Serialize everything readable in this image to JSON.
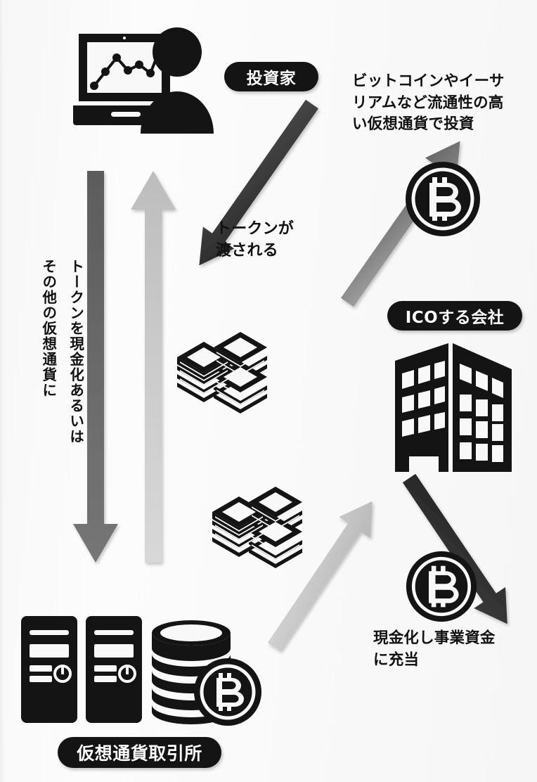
{
  "diagram": {
    "title": "ICO flow diagram",
    "background_color": "#f8f8f8",
    "ink_color": "#141414"
  },
  "labels": {
    "investor": "投資家",
    "ico_company": "ICOする会社",
    "exchange": "仮想通貨取引所"
  },
  "notes": {
    "invest_line1": "ビットコインやイーサ",
    "invest_line2": "リアムなど流通性の高",
    "invest_line3": "い仮想通貨で投資",
    "token_line1": "トークンが",
    "token_line2": "渡される",
    "cashout_line1": "現金化し事業資金",
    "cashout_line2": "に充当",
    "vertical_col1": "トークンを現金化あるいは",
    "vertical_col2": "その他の仮想通貨に"
  },
  "icons": {
    "investor": "investor-laptop-chart-icon",
    "bitcoin_top": "bitcoin-coin-icon",
    "bitcoin_bottom": "bitcoin-coin-icon",
    "company": "office-building-icon",
    "cash_top": "cash-stacks-icon",
    "cash_bottom": "cash-stacks-icon",
    "exchange": "servers-and-coins-icon"
  },
  "arrows": [
    {
      "name": "investor-to-company",
      "direction": "down-right",
      "shade": "#3a3a3a",
      "meaning": "投資家 → ICOする会社"
    },
    {
      "name": "company-to-investor",
      "direction": "up-left",
      "shade": "#8a8a8a",
      "meaning": "ICOする会社 → 投資家（トークンが渡される）"
    },
    {
      "name": "investor-to-exchange",
      "direction": "down",
      "shade": "#6e6e6e",
      "meaning": "トークンを現金化あるいはその他の仮想通貨に"
    },
    {
      "name": "exchange-to-investor",
      "direction": "up",
      "shade": "#cfcfcf",
      "meaning": "取引所 → 投資家"
    },
    {
      "name": "exchange-to-company",
      "direction": "up-right",
      "shade": "#c9c9c9",
      "meaning": "取引所 → ICOする会社"
    },
    {
      "name": "company-to-exchange",
      "direction": "down-left",
      "shade": "#2e2e2e",
      "meaning": "現金化し事業資金に充当"
    }
  ]
}
